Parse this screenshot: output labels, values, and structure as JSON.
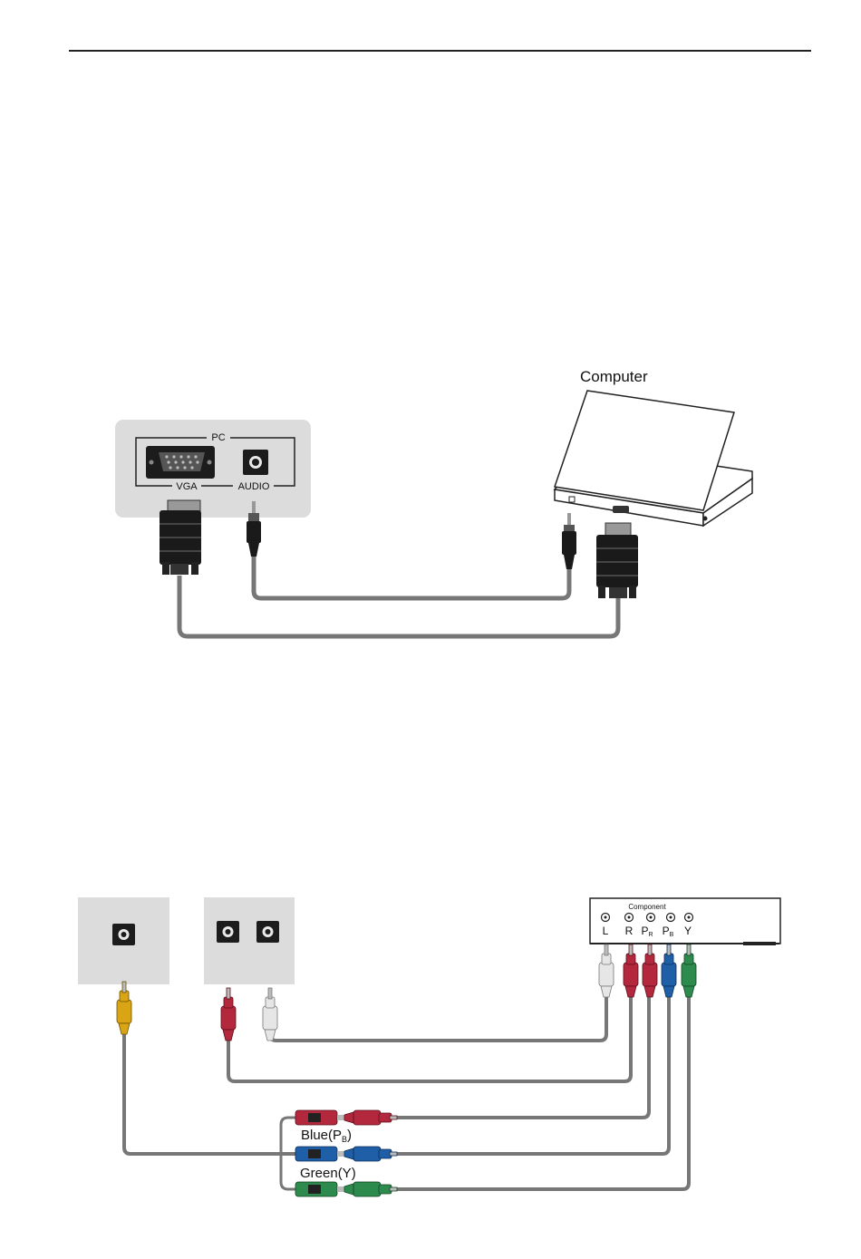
{
  "diagram_pc": {
    "panel_title": "PC",
    "vga_label": "VGA",
    "audio_label": "AUDIO",
    "computer_label": "Computer"
  },
  "diagram_av": {
    "component_title": "Component",
    "jack_labels": {
      "l": "L",
      "r": "R",
      "pr_main": "P",
      "pr_sub": "R",
      "pb_main": "P",
      "pb_sub": "B",
      "y": "Y"
    },
    "blue_label_main": "Blue(P",
    "blue_label_sub": "B",
    "blue_label_end": ")",
    "green_label": "Green(Y)"
  },
  "colors": {
    "cable": "#777777",
    "panel": "#dcdcdc",
    "red": "#b3283d",
    "white": "#e6e6e6",
    "blue": "#1f5fa8",
    "green": "#2e8b4e",
    "yellow": "#d9a514"
  }
}
